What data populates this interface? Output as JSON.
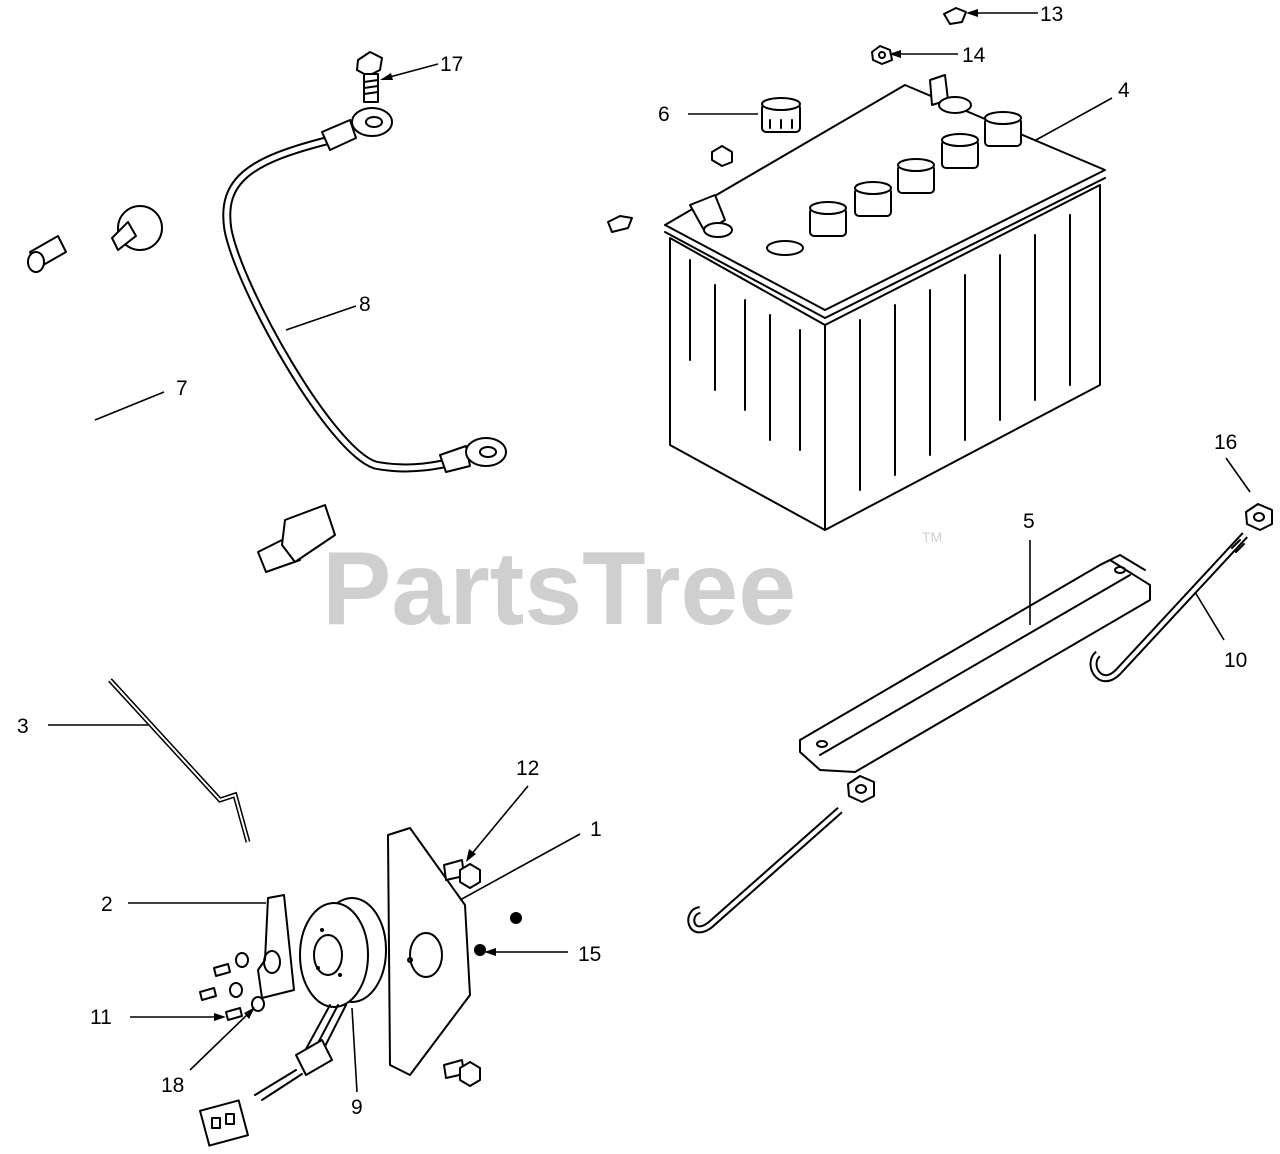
{
  "watermark": {
    "text": "PartsTree",
    "trademark": "TM"
  },
  "callouts": {
    "c1": "1",
    "c2": "2",
    "c3": "3",
    "c4": "4",
    "c5": "5",
    "c6": "6",
    "c7": "7",
    "c8": "8",
    "c9": "9",
    "c10": "10",
    "c11": "11",
    "c12": "12",
    "c13": "13",
    "c14": "14",
    "c15": "15",
    "c16": "16",
    "c17": "17",
    "c18": "18"
  },
  "colors": {
    "line": "#000000",
    "watermark": "#cfcfcf",
    "background": "#ffffff"
  }
}
